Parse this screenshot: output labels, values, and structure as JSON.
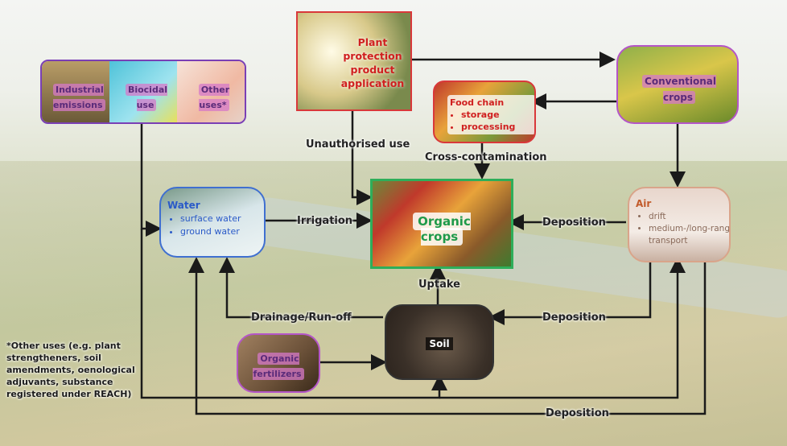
{
  "sources": {
    "industrial": "Industrial emissions",
    "biocidal": "Biocidal use",
    "other": "Other uses*"
  },
  "nodes": {
    "ppp": "Plant protection product application",
    "conventional": "Conventional crops",
    "food_chain": {
      "title": "Food chain",
      "items": [
        "storage",
        "processing"
      ]
    },
    "organic": "Organic crops",
    "water": {
      "title": "Water",
      "items": [
        "surface water",
        "ground water"
      ]
    },
    "air": {
      "title": "Air",
      "items": [
        "drift",
        "medium-/long-range transport"
      ]
    },
    "soil": "Soil",
    "fertilizers": "Organic fertilizers"
  },
  "edges": {
    "unauthorised_use": "Unauthorised use",
    "cross_contamination": "Cross-contamination",
    "irrigation": "Irrigation",
    "deposition": "Deposition",
    "uptake": "Uptake",
    "drainage": "Drainage/Run-off"
  },
  "footnote": "*Other uses (e.g. plant strengtheners, soil amendments, oenological adjuvants, substance registered under REACH)"
}
